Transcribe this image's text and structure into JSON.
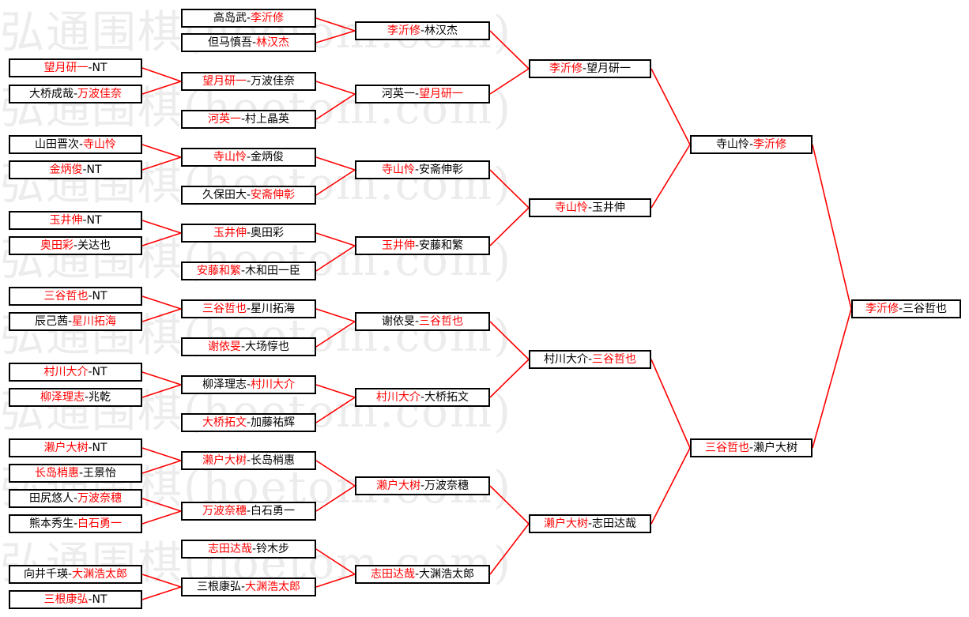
{
  "watermark": "弘通围棋(hoetom.com)",
  "colors": {
    "winner": "#ff0000",
    "line": "#ff0000",
    "text": "#000000"
  },
  "matches": [
    {
      "id": "r1-1",
      "p1": "高岛武",
      "p2": "李沂修",
      "winner": 2
    },
    {
      "id": "r1-2",
      "p1": "但马慎吾",
      "p2": "林汉杰",
      "winner": 2
    },
    {
      "id": "r1-3",
      "p1": "望月研一",
      "p2": "NT",
      "winner": 1
    },
    {
      "id": "r1-4",
      "p1": "大桥成哉",
      "p2": "万波佳奈",
      "winner": 2
    },
    {
      "id": "r1-5",
      "p1": "山田晋次",
      "p2": "寺山怜",
      "winner": 2
    },
    {
      "id": "r1-6",
      "p1": "金炳俊",
      "p2": "NT",
      "winner": 1
    },
    {
      "id": "r1-7",
      "p1": "玉井伸",
      "p2": "NT",
      "winner": 1
    },
    {
      "id": "r1-8",
      "p1": "奥田彩",
      "p2": "关达也",
      "winner": 1
    },
    {
      "id": "r1-9",
      "p1": "三谷哲也",
      "p2": "NT",
      "winner": 1
    },
    {
      "id": "r1-10",
      "p1": "辰己茜",
      "p2": "星川拓海",
      "winner": 2
    },
    {
      "id": "r1-11",
      "p1": "村川大介",
      "p2": "NT",
      "winner": 1
    },
    {
      "id": "r1-12",
      "p1": "柳泽理志",
      "p2": "兆乾",
      "winner": 1
    },
    {
      "id": "r1-13",
      "p1": "濑户大树",
      "p2": "NT",
      "winner": 1
    },
    {
      "id": "r1-14",
      "p1": "长岛梢惠",
      "p2": "王景怡",
      "winner": 1
    },
    {
      "id": "r1-15",
      "p1": "田尻悠人",
      "p2": "万波奈穗",
      "winner": 2
    },
    {
      "id": "r1-16",
      "p1": "熊本秀生",
      "p2": "白石勇一",
      "winner": 2
    },
    {
      "id": "r1-17",
      "p1": "向井千瑛",
      "p2": "大渊浩太郎",
      "winner": 2
    },
    {
      "id": "r1-18",
      "p1": "三根康弘",
      "p2": "NT",
      "winner": 1
    },
    {
      "id": "r2-1",
      "p1": "李沂修",
      "p2": "林汉杰",
      "winner": 1
    },
    {
      "id": "r2-2",
      "p1": "望月研一",
      "p2": "万波佳奈",
      "winner": 1
    },
    {
      "id": "r2-3",
      "p1": "河英一",
      "p2": "村上晶英",
      "winner": 1
    },
    {
      "id": "r2-4",
      "p1": "寺山怜",
      "p2": "金炳俊",
      "winner": 1
    },
    {
      "id": "r2-5",
      "p1": "久保田大",
      "p2": "安斋伸彰",
      "winner": 2
    },
    {
      "id": "r2-6",
      "p1": "玉井伸",
      "p2": "奥田彩",
      "winner": 1
    },
    {
      "id": "r2-7",
      "p1": "安藤和繁",
      "p2": "木和田一臣",
      "winner": 1
    },
    {
      "id": "r2-8",
      "p1": "三谷哲也",
      "p2": "星川拓海",
      "winner": 1
    },
    {
      "id": "r2-9",
      "p1": "谢依旻",
      "p2": "大场惇也",
      "winner": 1
    },
    {
      "id": "r2-10",
      "p1": "柳泽理志",
      "p2": "村川大介",
      "winner": 2
    },
    {
      "id": "r2-11",
      "p1": "大桥拓文",
      "p2": "加藤祐辉",
      "winner": 1
    },
    {
      "id": "r2-12",
      "p1": "濑户大树",
      "p2": "长岛梢惠",
      "winner": 1
    },
    {
      "id": "r2-13",
      "p1": "万波奈穗",
      "p2": "白石勇一",
      "winner": 1
    },
    {
      "id": "r2-14",
      "p1": "志田达哉",
      "p2": "铃木步",
      "winner": 1
    },
    {
      "id": "r2-15",
      "p1": "三根康弘",
      "p2": "大渊浩太郎",
      "winner": 2
    },
    {
      "id": "r3-1",
      "p1": "李沂修",
      "p2": "林汉杰",
      "winner": 1
    },
    {
      "id": "r3-2",
      "p1": "河英一",
      "p2": "望月研一",
      "winner": 2
    },
    {
      "id": "r3-3",
      "p1": "寺山怜",
      "p2": "安斋伸彰",
      "winner": 1
    },
    {
      "id": "r3-4",
      "p1": "玉井伸",
      "p2": "安藤和繁",
      "winner": 1
    },
    {
      "id": "r3-5",
      "p1": "谢依旻",
      "p2": "三谷哲也",
      "winner": 2
    },
    {
      "id": "r3-6",
      "p1": "村川大介",
      "p2": "大桥拓文",
      "winner": 1
    },
    {
      "id": "r3-7",
      "p1": "濑户大树",
      "p2": "万波奈穗",
      "winner": 1
    },
    {
      "id": "r3-8",
      "p1": "志田达哉",
      "p2": "大渊浩太郎",
      "winner": 1
    },
    {
      "id": "r4-1",
      "p1": "李沂修",
      "p2": "望月研一",
      "winner": 1
    },
    {
      "id": "r4-2",
      "p1": "寺山怜",
      "p2": "玉井伸",
      "winner": 1
    },
    {
      "id": "r4-3",
      "p1": "村川大介",
      "p2": "三谷哲也",
      "winner": 2
    },
    {
      "id": "r4-4",
      "p1": "濑户大树",
      "p2": "志田达哉",
      "winner": 1
    },
    {
      "id": "r5-1",
      "p1": "寺山怜",
      "p2": "李沂修",
      "winner": 2
    },
    {
      "id": "r5-2",
      "p1": "三谷哲也",
      "p2": "濑户大树",
      "winner": 1
    },
    {
      "id": "r6-1",
      "p1": "李沂修",
      "p2": "三谷哲也",
      "winner": 1
    }
  ],
  "links": [
    [
      "r1-1",
      "r2-1"
    ],
    [
      "r1-2",
      "r2-1"
    ],
    [
      "r1-3",
      "r2-2"
    ],
    [
      "r1-4",
      "r2-2"
    ],
    [
      "r1-5",
      "r2-4"
    ],
    [
      "r1-6",
      "r2-4"
    ],
    [
      "r1-7",
      "r2-6"
    ],
    [
      "r1-8",
      "r2-6"
    ],
    [
      "r1-9",
      "r2-8"
    ],
    [
      "r1-10",
      "r2-8"
    ],
    [
      "r1-11",
      "r2-10"
    ],
    [
      "r1-12",
      "r2-10"
    ],
    [
      "r1-13",
      "r2-12"
    ],
    [
      "r1-14",
      "r2-12"
    ],
    [
      "r1-15",
      "r2-13"
    ],
    [
      "r1-16",
      "r2-13"
    ],
    [
      "r1-17",
      "r2-15"
    ],
    [
      "r1-18",
      "r2-15"
    ],
    [
      "r2-2",
      "r3-2"
    ],
    [
      "r2-3",
      "r3-2"
    ],
    [
      "r2-4",
      "r3-3"
    ],
    [
      "r2-5",
      "r3-3"
    ],
    [
      "r2-6",
      "r3-4"
    ],
    [
      "r2-7",
      "r3-4"
    ],
    [
      "r2-8",
      "r3-5"
    ],
    [
      "r2-9",
      "r3-5"
    ],
    [
      "r2-10",
      "r3-6"
    ],
    [
      "r2-11",
      "r3-6"
    ],
    [
      "r2-12",
      "r3-7"
    ],
    [
      "r2-13",
      "r3-7"
    ],
    [
      "r2-14",
      "r3-8"
    ],
    [
      "r2-15",
      "r3-8"
    ],
    [
      "r3-1",
      "r4-1"
    ],
    [
      "r3-2",
      "r4-1"
    ],
    [
      "r3-3",
      "r4-2"
    ],
    [
      "r3-4",
      "r4-2"
    ],
    [
      "r3-5",
      "r4-3"
    ],
    [
      "r3-6",
      "r4-3"
    ],
    [
      "r3-7",
      "r4-4"
    ],
    [
      "r3-8",
      "r4-4"
    ],
    [
      "r4-1",
      "r5-1"
    ],
    [
      "r4-2",
      "r5-1"
    ],
    [
      "r4-3",
      "r5-2"
    ],
    [
      "r4-4",
      "r5-2"
    ],
    [
      "r5-1",
      "r6-1"
    ],
    [
      "r5-2",
      "r6-1"
    ]
  ]
}
